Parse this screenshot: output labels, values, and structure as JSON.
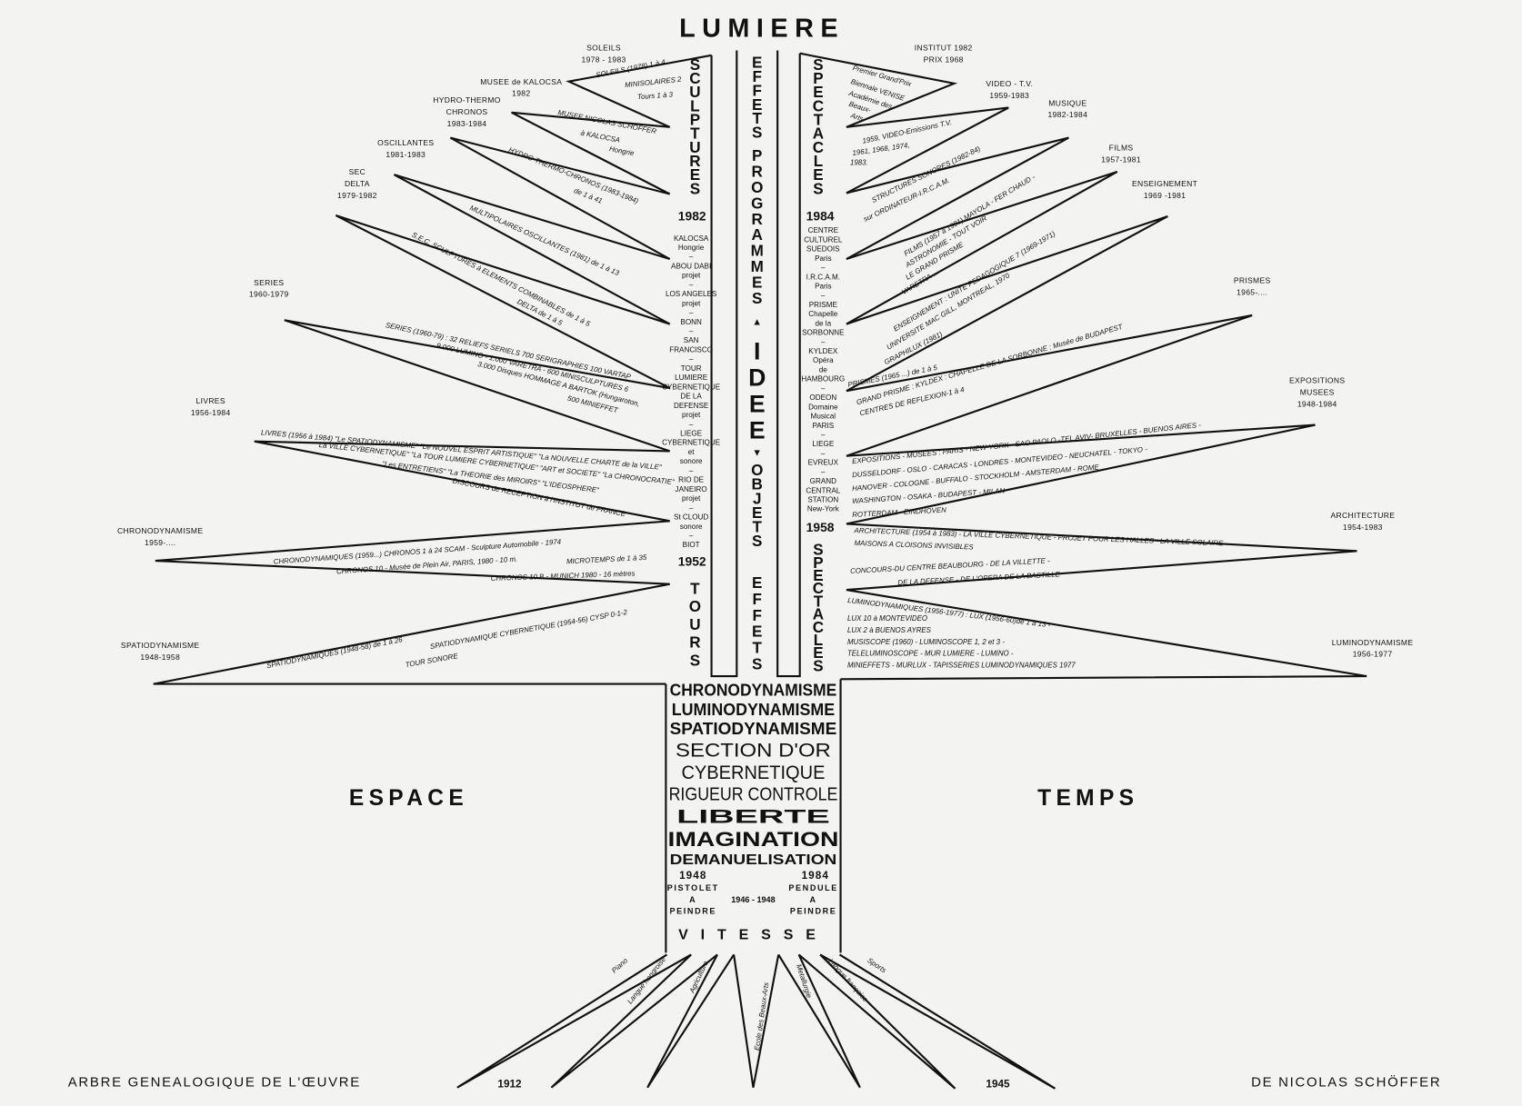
{
  "title": "LUMIERE",
  "left_label": "ESPACE",
  "right_label": "TEMPS",
  "footer": {
    "left": "ARBRE GENEALOGIQUE DE L'ŒUVRE",
    "right": "DE NICOLAS SCHÖFFER",
    "year_start": "1912",
    "year_end": "1945"
  },
  "left_column": {
    "heading": "SCULPTURES",
    "year_top": "1982",
    "places": [
      "KALOCSA",
      "Hongrie",
      "–",
      "ABOU DABI",
      "projet",
      "–",
      "LOS ANGELES",
      "projet",
      "–",
      "BONN",
      "–",
      "SAN",
      "FRANCISCO",
      "–",
      "TOUR",
      "LUMIERE",
      "CYBERNETIQUE",
      "DE LA",
      "DEFENSE",
      "projet",
      "–",
      "LIEGE",
      "CYBERNETIQUE",
      "et",
      "sonore",
      "–",
      "RIO DE",
      "JANEIRO",
      "projet",
      "–",
      "St CLOUD",
      "sonore",
      "–",
      "BIOT"
    ],
    "year_bottom": "1952",
    "heading_bottom": "TOURS"
  },
  "center_column": {
    "top": "EFFETS",
    "programmes": "PROGRAMMES",
    "up_arrow": "▲",
    "idee": "IDEE",
    "down_arrow": "▼",
    "objets": "OBJETS",
    "bottom": "EFFETS"
  },
  "right_column": {
    "heading": "SPECTACLES",
    "year_top": "1984",
    "places": [
      "CENTRE",
      "CULTUREL",
      "SUEDOIS",
      "Paris",
      "–",
      "I.R.C.A.M.",
      "Paris",
      "–",
      "PRISME",
      "Chapelle",
      "de la",
      "SORBONNE",
      "–",
      "KYLDEX",
      "Opéra",
      "de",
      "HAMBOURG",
      "–",
      "ODEON",
      "Domaine",
      "Musical",
      "PARIS",
      "–",
      "LIEGE",
      "–",
      "EVREUX",
      "–",
      "GRAND",
      "CENTRAL",
      "STATION",
      "New-York"
    ],
    "year_bottom": "1958",
    "heading_bottom": "SPECTACLES"
  },
  "left_branches": [
    {
      "label": [
        "SOLEILS",
        "1978 - 1983"
      ],
      "text": [
        "SOLEILS (1978) 1 à 4",
        "MINISOLAIRES 2",
        "Tours 1 à 3"
      ]
    },
    {
      "label": [
        "MUSEE de KALOCSA",
        "1982"
      ],
      "text": [
        "MUSEE NICOLAS SCHÖFFER",
        "à KALOCSA",
        "Hongrie"
      ]
    },
    {
      "label": [
        "HYDRO-THERMO",
        "CHRONOS",
        "1983-1984"
      ],
      "text": [
        "HYDRO-THERMO-CHRONOS (1983-1984)",
        "de 1 à 41"
      ]
    },
    {
      "label": [
        "OSCILLANTES",
        "1981-1983"
      ],
      "text": [
        "MULTIPOLAIRES OSCILLANTES (1981) de 1 à 13"
      ]
    },
    {
      "label": [
        "SEC",
        "DELTA",
        "1979-1982"
      ],
      "text": [
        "S.E.C. SCULPTURES à ELEMENTS COMBINABLES de 1 à 5",
        "DELTA de 1 à 5"
      ]
    },
    {
      "label": [
        "SERIES",
        "1960-1979"
      ],
      "text": [
        "SERIES (1960-79) : 32 RELIEFS SERIELS 700 SERIGRAPHIES 100 VARTAP",
        "9.000 LUMINO - 1.000 VARETRA - 600 MINISCULPTURES 6",
        "3.000 Disques HOMMAGE A BARTOK (Hungaroton,",
        "500 MINIEFFET"
      ]
    },
    {
      "label": [
        "LIVRES",
        "1956-1984"
      ],
      "text": [
        "LIVRES (1956 à 1984) \"Le SPATIODYNAMISME\" \"Le NOUVEL ESPRIT ARTISTIQUE\" \"La NOUVELLE CHARTE de la VILLE\"",
        "\"La VILLE CYBERNETIQUE\" \"La TOUR LUMIERE CYBERNETIQUE\" \"ART et SOCIETE\" \"La CHRONOCRATIE\"",
        "\"Les ENTRETIENS\" \"La THEORIE des MIROIRS\" \"L'IDEOSPHERE\"",
        "DISCOURS de RECEPTION à l'INSTITUT de FRANCE"
      ]
    },
    {
      "label": [
        "CHRONODYNAMISME",
        "1959-...."
      ],
      "text": [
        "CHRONODYNAMIQUES (1959...) CHRONOS 1 à 24 SCAM - Sculpture Automobile - 1974",
        "CHRONOS 10 - Musée de Plein Air, PARIS, 1980 - 10 m.",
        "MICROTEMPS de 1 à 35",
        "CHRONOS 10 B - MUNICH 1980 - 16 mètres"
      ]
    },
    {
      "label": [
        "SPATIODYNAMISME",
        "1948-1958"
      ],
      "text": [
        "SPATIODYNAMIQUES (1948-58) de 1 à 26",
        "SPATIODYNAMIQUE CYBERNETIQUE (1954-56) CYSP 0-1-2",
        "TOUR SONORE"
      ]
    }
  ],
  "right_branches": [
    {
      "label": [
        "INSTITUT 1982",
        "PRIX 1968"
      ],
      "text": [
        "Premier Grand'Prix",
        "Biennale VENISE",
        "Académie des",
        "Beaux-",
        "Arts"
      ]
    },
    {
      "label": [
        "VIDEO - T.V.",
        "1959-1983"
      ],
      "text": [
        "1959, VIDEO-Emissions T.V.",
        "1961, 1968, 1974,",
        "1983."
      ]
    },
    {
      "label": [
        "MUSIQUE",
        "1982-1984"
      ],
      "text": [
        "STRUCTURES SONORES (1982-84)",
        "sur ORDINATEUR-I.R.C.A.M."
      ]
    },
    {
      "label": [
        "FILMS",
        "1957-1981"
      ],
      "text": [
        "FILMS (1957 à 1981) MAYOLA - FER CHAUD -",
        "ASTRONOMIE - TOUT VOIR",
        "LE GRAND PRISME",
        "VARETRA ..."
      ]
    },
    {
      "label": [
        "ENSEIGNEMENT",
        "1969 -1981"
      ],
      "text": [
        "ENSEIGNEMENT : UNITE PEDAGOGIQUE 7 (1969-1971)",
        "UNIVERSITE MAC GILL, MONTREAL, 1970",
        "GRAPHILUX (1981)"
      ]
    },
    {
      "label": [
        "PRISMES",
        "1965-...."
      ],
      "text": [
        "PRISMES (1965 ...) de 1 à 5",
        "GRAND PRISME : KYLDEX : CHAPELLE DE LA SORBONNE : Musée de BUDAPEST",
        "CENTRES DE REFLEXION-1 à 4"
      ]
    },
    {
      "label": [
        "EXPOSITIONS",
        "MUSEES",
        "1948-1984"
      ],
      "text": [
        "EXPOSITIONS - MUSEES : PARIS - NEW-YORK - SAO PAOLO -TEL AVIV- BRUXELLES - BUENOS AIRES -",
        "DUSSELDORF - OSLO - CARACAS - LONDRES - MONTEVIDEO - NEUCHATEL - TOKYO -",
        "HANOVER - COLOGNE - BUFFALO - STOCKHOLM - AMSTERDAM - ROME",
        "WASHINGTON - OSAKA - BUDAPEST - MILAN",
        "ROTTERDAM - EINDHOVEN"
      ]
    },
    {
      "label": [
        "ARCHITECTURE",
        "1954-1983"
      ],
      "text": [
        "ARCHITECTURE (1954 à 1983) - LA VILLE CYBERNETIQUE - PROJET POUR LES HALLES - LA VILLE SOLAIRE",
        "MAISONS A CLOISONS INVISIBLES",
        "CONCOURS-DU CENTRE BEAUBOURG - DE LA VILLETTE -",
        "DE LA DEFENSE - DE L'OPERA DE LA BASTILLE"
      ]
    },
    {
      "label": [
        "LUMINODYNAMISME",
        "1956-1977"
      ],
      "text": [
        "LUMINODYNAMIQUES (1956-1977) : LUX (1956-60)de 1 à 13 -",
        "LUX 10 à MONTEVIDEO",
        "LUX 2 à BUENOS AYRES",
        "MUSISCOPE (1960) - LUMINOSCOPE 1, 2 et 3 -",
        "TELELUMINOSCOPE - MUR LUMIERE - LUMINO -",
        "MINIEFFETS - MURLUX - TAPISSERIES LUMINODYNAMIQUES 1977"
      ]
    }
  ],
  "trunk": {
    "lines": [
      "CHRONODYNAMISME",
      "LUMINODYNAMISME",
      "SPATIODYNAMISME",
      "SECTION D'OR",
      "CYBERNETIQUE",
      "RIGUEUR CONTROLE",
      "LIBERTE",
      "IMAGINATION",
      "DEMANUELISATION"
    ],
    "year_left": "1948",
    "year_right": "1984",
    "left_tool": [
      "PISTOLET",
      "A",
      "PEINDRE"
    ],
    "dates": "1946 - 1948",
    "right_tool": [
      "PENDULE",
      "A",
      "PEINDRE"
    ],
    "base": "VITESSE"
  },
  "roots": [
    "Piano",
    "Langue hongroise",
    "Agriculture",
    "Ecole des Beaux-Arts",
    "Metallurgie",
    "Langue française",
    "Sports"
  ]
}
